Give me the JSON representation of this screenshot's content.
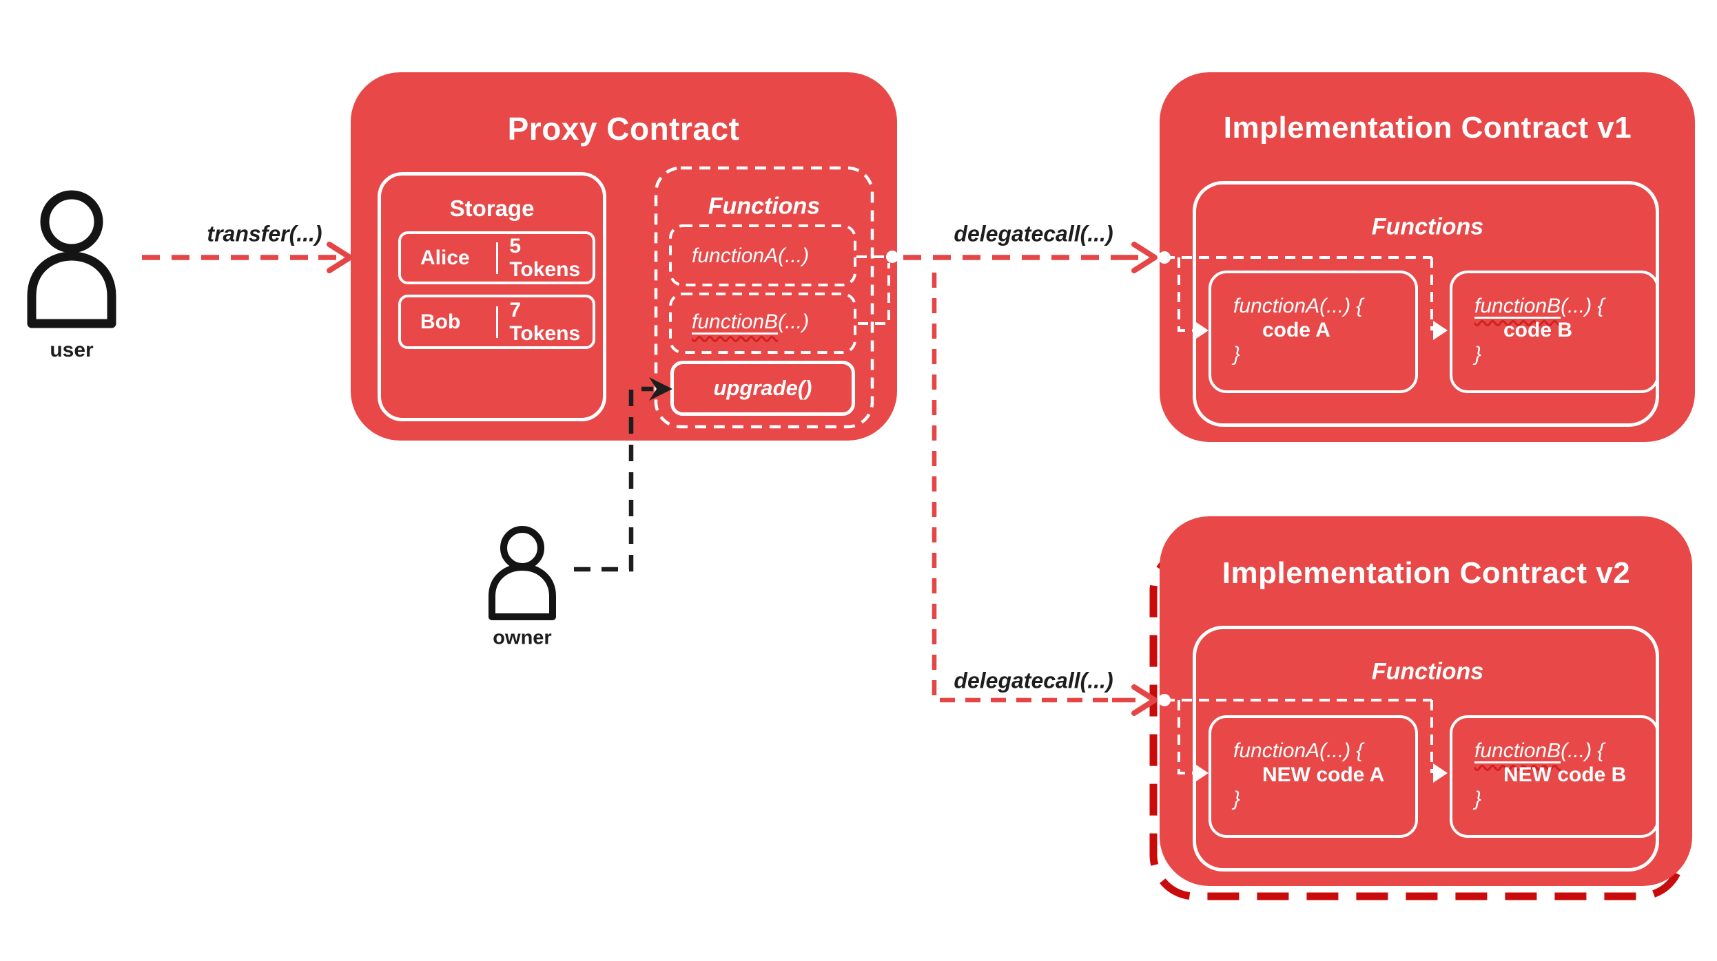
{
  "colors": {
    "box_red": "#e84848",
    "line_red": "#e64545",
    "dark_red_dash": "#c90b0b",
    "text_black": "#1d1d1d",
    "white": "#ffffff"
  },
  "actors": {
    "user_label": "user",
    "owner_label": "owner"
  },
  "arrows": {
    "transfer_label": "transfer(...)",
    "delegatecall_v1_label": "delegatecall(...)",
    "delegatecall_v2_label": "delegatecall(...)"
  },
  "proxy": {
    "title": "Proxy Contract",
    "storage": {
      "title": "Storage",
      "rows": [
        {
          "name": "Alice",
          "value": "5 Tokens"
        },
        {
          "name": "Bob",
          "value": "7 Tokens"
        }
      ]
    },
    "functions": {
      "title": "Functions",
      "function_a": "functionA(...)",
      "function_b_name": "functionB",
      "function_b_rest": "(...)",
      "upgrade": "upgrade()"
    }
  },
  "impl_v1": {
    "title": "Implementation Contract v1",
    "functions": {
      "title": "Functions",
      "function_a_sig": "functionA(...) {",
      "function_a_body": "code A",
      "function_b_name": "functionB",
      "function_b_rest": "(...) {",
      "function_b_body": "code B",
      "close_brace": "}"
    }
  },
  "impl_v2": {
    "title": "Implementation Contract v2",
    "functions": {
      "title": "Functions",
      "function_a_sig": "functionA(...) {",
      "function_a_body": "NEW code A",
      "function_b_name": "functionB",
      "function_b_rest": "(...) {",
      "function_b_body": "NEW code B",
      "close_brace": "}"
    }
  }
}
